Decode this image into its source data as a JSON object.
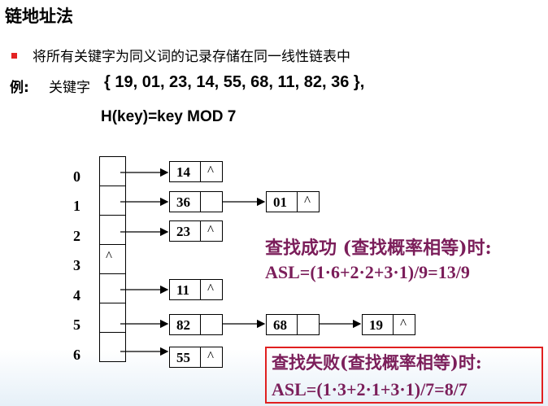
{
  "title": "链地址法",
  "bullet": "将所有关键字为同义词的记录存储在同一线性链表中",
  "example_label": "例:",
  "example_text": "关键字",
  "key_set": "{ 19, 01, 23, 14, 55, 68, 11, 82, 36 },",
  "hash_function": "H(key)=key MOD 7",
  "null_pointer": "^",
  "indices": [
    "0",
    "1",
    "2",
    "3",
    "4",
    "5",
    "6"
  ],
  "chains": {
    "slot0": [
      "14"
    ],
    "slot1": [
      "36",
      "01"
    ],
    "slot2": [
      "23"
    ],
    "slot4": [
      "11"
    ],
    "slot5": [
      "82",
      "68",
      "19"
    ],
    "slot6": [
      "55"
    ]
  },
  "success": {
    "heading": "查找成功 (查找概率相等)时:",
    "formula": "ASL=(1·6+2·2+3·1)/9=13/9"
  },
  "failure": {
    "heading": "查找失败(查找概率相等)时:",
    "formula": "ASL=(1·3+2·1+3·1)/7=8/7"
  },
  "colors": {
    "formula_text": "#7b1e5a",
    "bullet_square": "#e32222",
    "failure_box_border": "#e02020"
  }
}
